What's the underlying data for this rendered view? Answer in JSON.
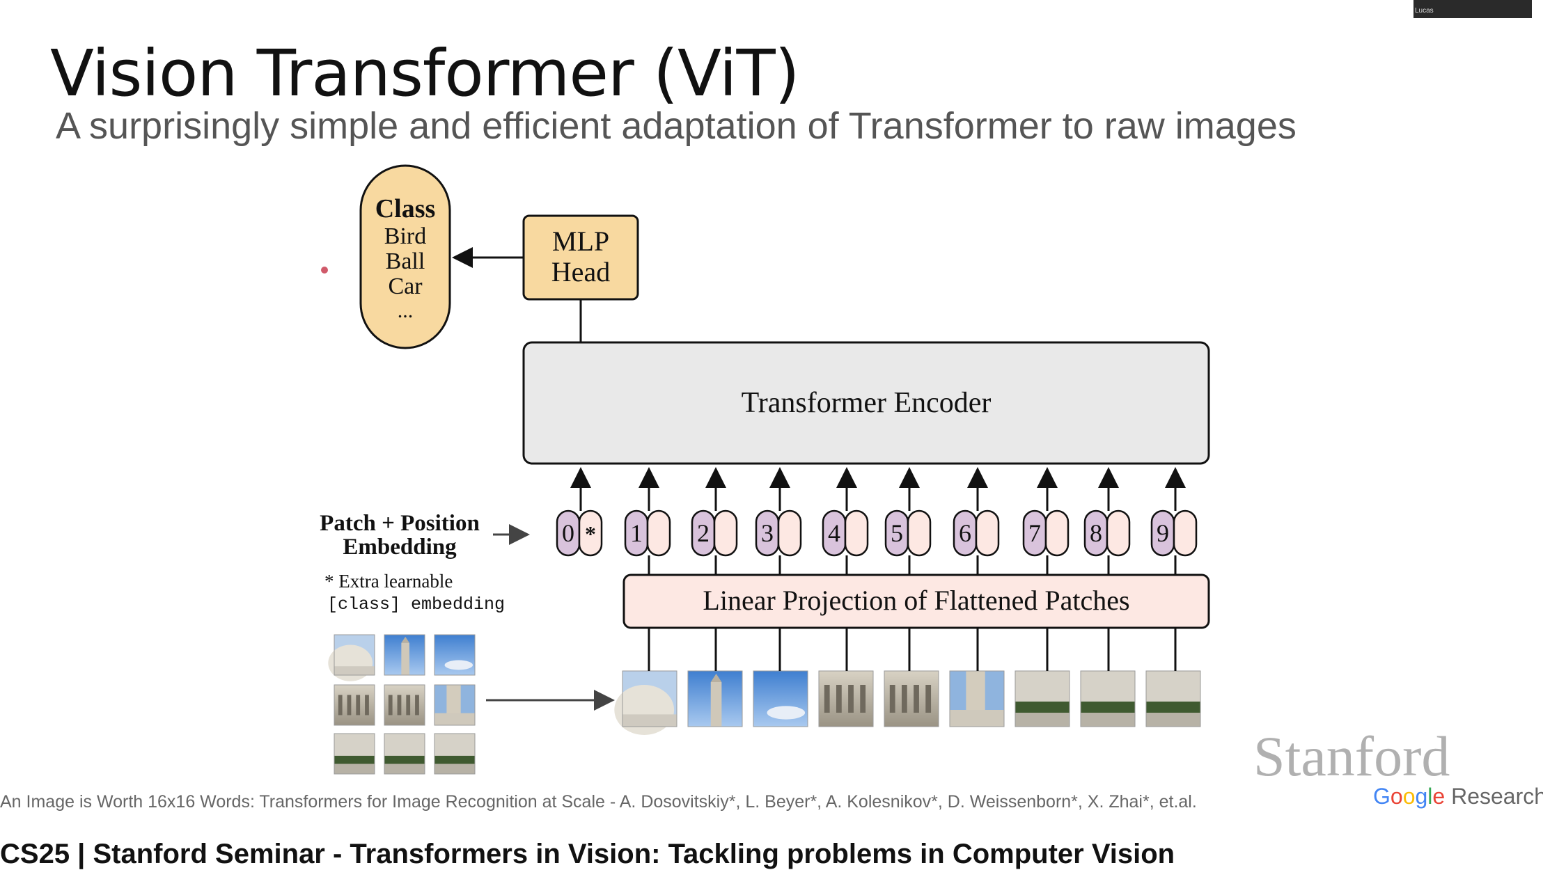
{
  "slide": {
    "title": "Vision Transformer (ViT)",
    "subtitle": "A surprisingly simple and efficient adaptation of Transformer to raw images"
  },
  "diagram": {
    "class_box": {
      "title": "Class",
      "items": [
        "Bird",
        "Ball",
        "Car",
        "..."
      ]
    },
    "mlp_head": {
      "line1": "MLP",
      "line2": "Head"
    },
    "encoder": {
      "label": "Transformer Encoder"
    },
    "projection": {
      "label": "Linear Projection of Flattened Patches"
    },
    "embedding_label": {
      "line1": "Patch + Position",
      "line2": "Embedding"
    },
    "extra_note": {
      "line1": "* Extra learnable",
      "line2": "[class] embedding"
    },
    "tokens": [
      "0",
      "1",
      "2",
      "3",
      "4",
      "5",
      "6",
      "7",
      "8",
      "9"
    ],
    "class_token_marker": "*",
    "colors": {
      "class_fill": "#f8d9a0",
      "mlp_fill": "#f8d9a0",
      "encoder_fill": "#e9e9e9",
      "projection_fill": "#fde8e3",
      "position_fill": "#d9c3dc",
      "patch_fill": "#fde8e3"
    }
  },
  "citation": "An Image is Worth 16x16 Words: Transformers for Image Recognition at Scale - A. Dosovitskiy*, L. Beyer*, A. Kolesnikov*, D. Weissenborn*, X. Zhai*, et.al.",
  "logos": {
    "stanford": "Stanford",
    "google": "Google",
    "research": "Research"
  },
  "webcam_name": "Lucas",
  "bottom_caption": "CS25 | Stanford Seminar - Transformers in Vision: Tackling problems in Computer Vision"
}
